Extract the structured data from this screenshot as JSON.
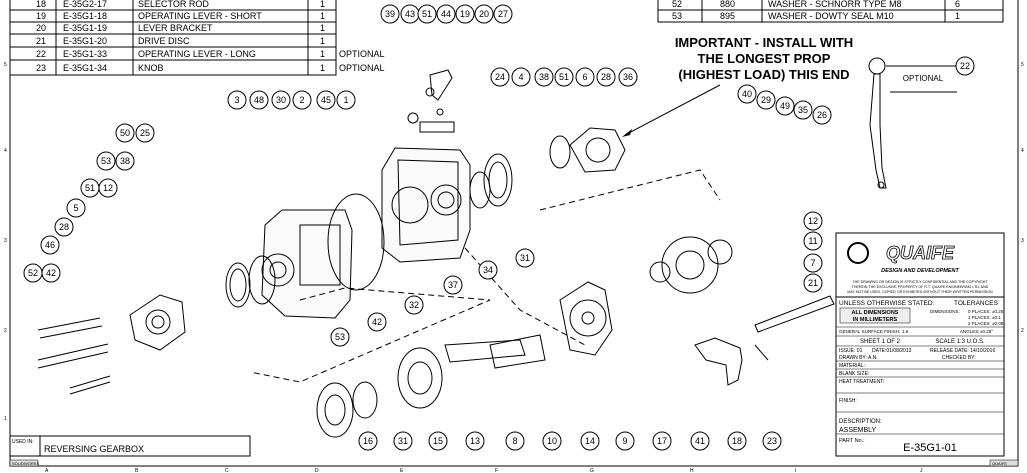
{
  "bom_left": [
    {
      "item": "18",
      "part": "E-35G2-17",
      "desc": "SELECTOR ROD",
      "qty": "1",
      "note": ""
    },
    {
      "item": "19",
      "part": "E-35G1-18",
      "desc": "OPERATING LEVER - SHORT",
      "qty": "1",
      "note": ""
    },
    {
      "item": "20",
      "part": "E-35G1-19",
      "desc": "LEVER BRACKET",
      "qty": "1",
      "note": ""
    },
    {
      "item": "21",
      "part": "E-35G1-20",
      "desc": "DRIVE DISC",
      "qty": "1",
      "note": ""
    },
    {
      "item": "22",
      "part": "E-35G1-33",
      "desc": "OPERATING LEVER - LONG",
      "qty": "1",
      "note": "OPTIONAL"
    },
    {
      "item": "23",
      "part": "E-35G1-34",
      "desc": "KNOB",
      "qty": "1",
      "note": "OPTIONAL"
    }
  ],
  "bom_right": [
    {
      "item": "52",
      "part": "880",
      "desc": "WASHER - SCHNORR TYPE M8",
      "qty": "6"
    },
    {
      "item": "53",
      "part": "895",
      "desc": "WASHER - DOWTY SEAL M10",
      "qty": "1"
    }
  ],
  "important_note": [
    "IMPORTANT - INSTALL WITH",
    "THE LONGEST PROP",
    "(HIGHEST LOAD) THIS END"
  ],
  "optional_label": "OPTIONAL",
  "balloons": [
    "39",
    "43",
    "51",
    "44",
    "19",
    "20",
    "27",
    "3",
    "48",
    "30",
    "2",
    "45",
    "1",
    "24",
    "4",
    "38",
    "51",
    "6",
    "28",
    "36",
    "40",
    "29",
    "49",
    "35",
    "26",
    "50",
    "25",
    "53",
    "38",
    "51",
    "12",
    "5",
    "28",
    "46",
    "52",
    "42",
    "53",
    "37",
    "32",
    "42",
    "34",
    "31",
    "12",
    "11",
    "7",
    "21",
    "16",
    "31",
    "15",
    "13",
    "8",
    "10",
    "14",
    "9",
    "17",
    "41",
    "18",
    "23",
    "22"
  ],
  "title_block": {
    "logo": "QUAIFE",
    "tagline": "DESIGN AND DEVELOPMENT",
    "confidential": [
      "THE DRAWING OR DESIGN IS STRICTLY CONFIDENTIAL AND THE COPYRIGHT",
      "THEREIN THE EXCLUSIVE PROPERTY OF R.T. QUAIFE ENGINEERING LTD, AND",
      "MAY NOT BE USED, COPIED OR EXHIBITED WITHOUT THEIR WRITTEN PERMISSION"
    ],
    "unless": "UNLESS OTHERWISE STATED:",
    "all_dims": [
      "ALL DIMENSIONS",
      "IN MILLIMETERS"
    ],
    "tolerances": "TOLERANCES",
    "dimensions_label": "DIMENSIONS:",
    "tol_rows": [
      "0 PLACES: ±0.25",
      "1 PLACES: ±0.1",
      "2 PLACES: ±0.05",
      "ANGLES:  ±0.25°"
    ],
    "finish": "GENERAL SURFACE FINISH:",
    "finish_val": "1.6",
    "angles": "ANGLES:",
    "angles_val": "±0.25°",
    "sheet": "SHEET 1 OF 2",
    "scale": "SCALE 1:3 U.O.S.",
    "issue": "ISSUE:  01",
    "date": "DATE:01/08/2013",
    "release": "RELEASE DATE:  14/10/2016",
    "drawn": "DRAWN BY:  A.N.",
    "checked": "CHECKED BY:",
    "material": "MATERIAL:",
    "blank": "BLANK SIZE:",
    "heat": "HEAT TREATMENT:",
    "finish2": "FINISH:",
    "description_label": "DESCRIPTION:",
    "description": "ASSEMBLY",
    "partno_label": "PART No.:",
    "partno": "E-35G1-01"
  },
  "used_in_label": "USED IN:",
  "used_in": "REVERSING GEARBOX",
  "border_letters": [
    "A",
    "B",
    "C",
    "D",
    "E",
    "F",
    "G",
    "H",
    "I",
    "J"
  ],
  "border_numbers": [
    "5",
    "4",
    "3",
    "2",
    "1"
  ],
  "corner_left": "SOLIDWORKS",
  "corner_right": "QUAIFE"
}
